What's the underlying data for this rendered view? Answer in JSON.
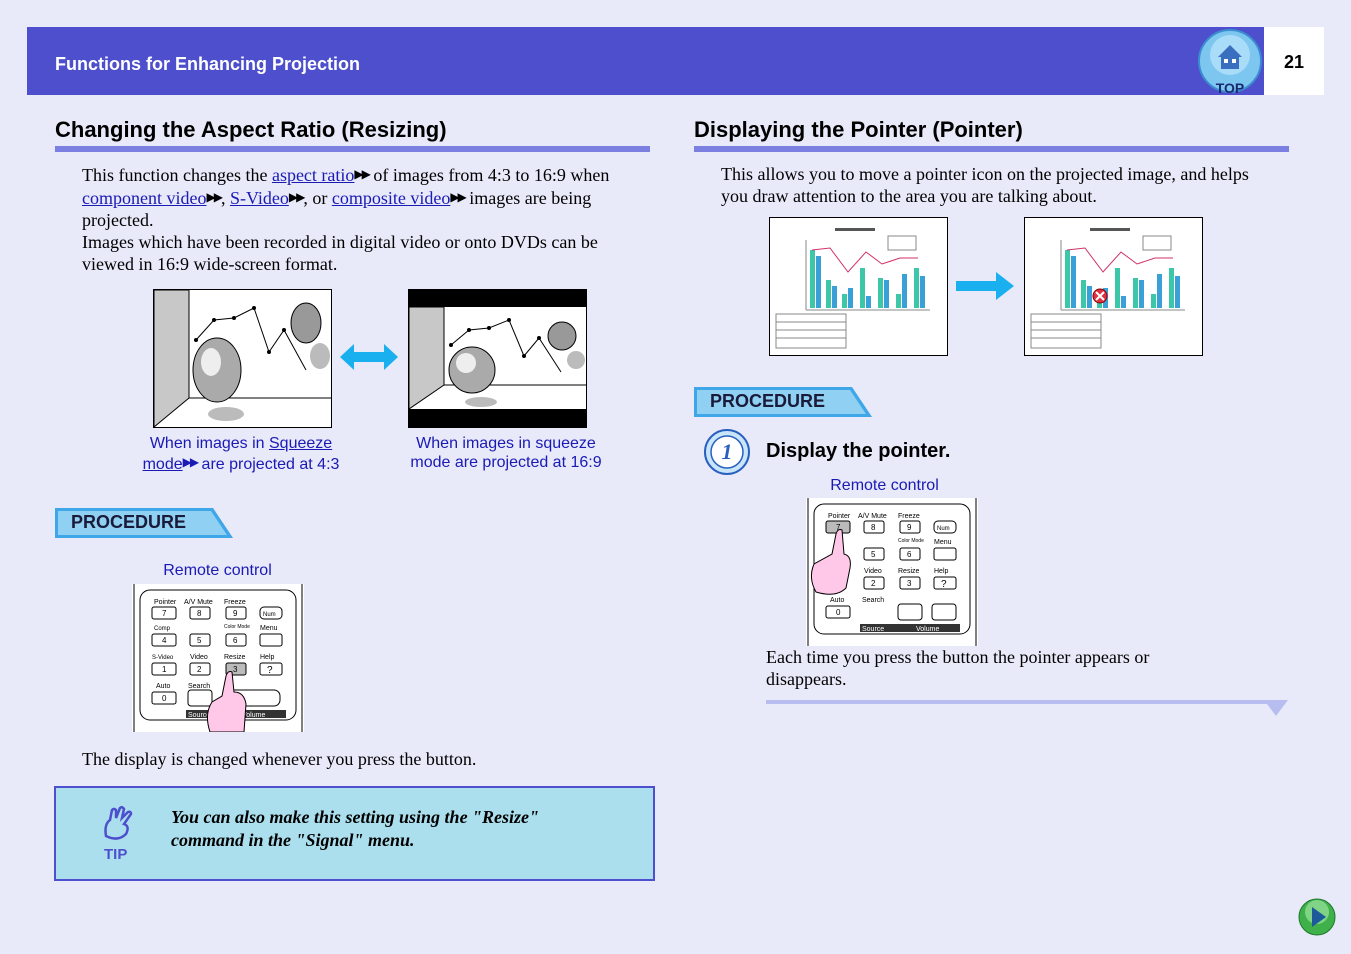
{
  "header": {
    "section_title": "Functions for Enhancing Projection",
    "page_number": "21",
    "top_button": "TOP"
  },
  "left": {
    "heading": "Changing the Aspect Ratio (Resizing)",
    "intro": {
      "t1": "This function changes the ",
      "link_aspect": "aspect ratio",
      "t2": " of images from 4:3 to 16:9 when",
      "link_component": "component video",
      "t3": ", ",
      "link_svideo": "S-Video",
      "t4": ", or ",
      "link_composite": "composite video",
      "t5": " images are being",
      "t6": "projected.",
      "p2_line1": "Images which have been recorded in digital video or onto DVDs can be",
      "p2_line2": "viewed in 16:9 wide-screen format."
    },
    "caption1": {
      "t1": "When images in ",
      "link": "Squeeze ",
      "link2": "mode",
      "t2": " are projected at 4:3"
    },
    "caption2": {
      "line1": "When images in squeeze",
      "line2": "mode are projected at 16:9"
    },
    "procedure_label": "PROCEDURE",
    "remote_caption": "Remote control",
    "after_text": "The display is changed whenever you press the button.",
    "tip": {
      "label": "TIP",
      "text": "You can also make this setting using the \"Resize\" command in the \"Signal\" menu."
    }
  },
  "right": {
    "heading": "Displaying the Pointer (Pointer)",
    "intro_line1": "This allows you to move a pointer icon on the projected image, and helps",
    "intro_line2": "you draw attention to the area you are talking about.",
    "procedure_label": "PROCEDURE",
    "step_number": "1",
    "step_label": "Display the pointer.",
    "remote_caption": "Remote control",
    "after_line1": "Each time you press the button the pointer appears or",
    "after_line2": "disappears."
  },
  "remote_keys": {
    "pointer": "Pointer",
    "avmute": "A/V Mute",
    "freeze": "Freeze",
    "num": "Num",
    "comp": "Comp",
    "color_mode": "Color Mode",
    "menu": "Menu",
    "svideo": "S-Video",
    "video": "Video",
    "resize": "Resize",
    "help": "Help",
    "auto": "Auto",
    "search": "Search",
    "source": "Source",
    "volume": "Volume",
    "k7": "7",
    "k8": "8",
    "k9": "9",
    "k4": "4",
    "k5": "5",
    "k6": "6",
    "k1": "1",
    "k2": "2",
    "k3": "3",
    "k0": "0",
    "q": "?"
  },
  "colors": {
    "header_bg": "#4e4fcc",
    "rule": "#7a7fe0",
    "link": "#1a1ab5",
    "tip_bg": "#abdfee",
    "arrow_cyan": "#1ab0f0"
  }
}
